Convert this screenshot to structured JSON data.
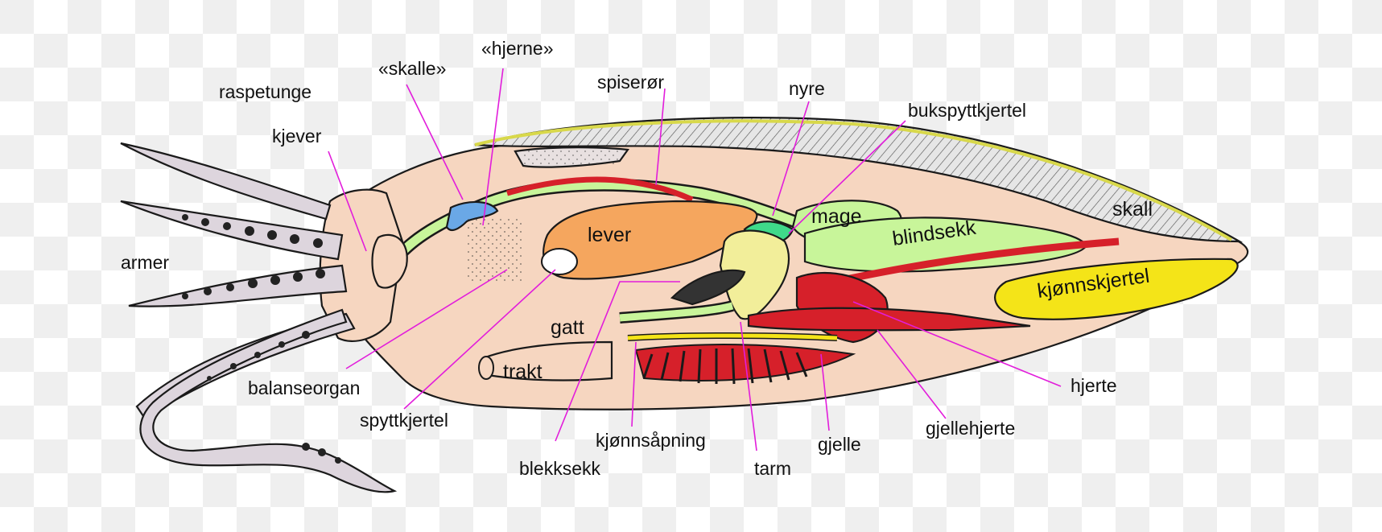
{
  "diagram": {
    "colors": {
      "background_light": "#ffffff",
      "background_checker": "#eeeeee",
      "body": "#f6d6c0",
      "liver": "#f5a65e",
      "digestive_tract": "#c8f59a",
      "gland": "#f2ee9a",
      "pancreas": "#3fd98a",
      "gonad": "#f4e418",
      "heart_vessels": "#d6202a",
      "shell": "#e3e3e3",
      "arms": "#ddd5dd",
      "statocyst": "#6aa8e6",
      "ink_sac": "#333333",
      "leader_lines": "#e21ddb"
    },
    "labels": {
      "skalle": "«skalle»",
      "hjerne": "«hjerne»",
      "raspetunge": "raspetunge",
      "kjever": "kjever",
      "armer": "armer",
      "spiseror": "spiserør",
      "nyre": "nyre",
      "bukspyttkjertel": "bukspyttkjertel",
      "lever": "lever",
      "mage": "mage",
      "blindsekk": "blindsekk",
      "skall": "skall",
      "kjonnskjertel": "kjønnskjertel",
      "gatt": "gatt",
      "trakt": "trakt",
      "balanseorgan": "balanseorgan",
      "spyttkjertel": "spyttkjertel",
      "kjonnsapning": "kjønnsåpning",
      "blekksekk": "blekksekk",
      "tarm": "tarm",
      "gjelle": "gjelle",
      "gjellehjerte": "gjellehjerte",
      "hjerte": "hjerte"
    }
  }
}
